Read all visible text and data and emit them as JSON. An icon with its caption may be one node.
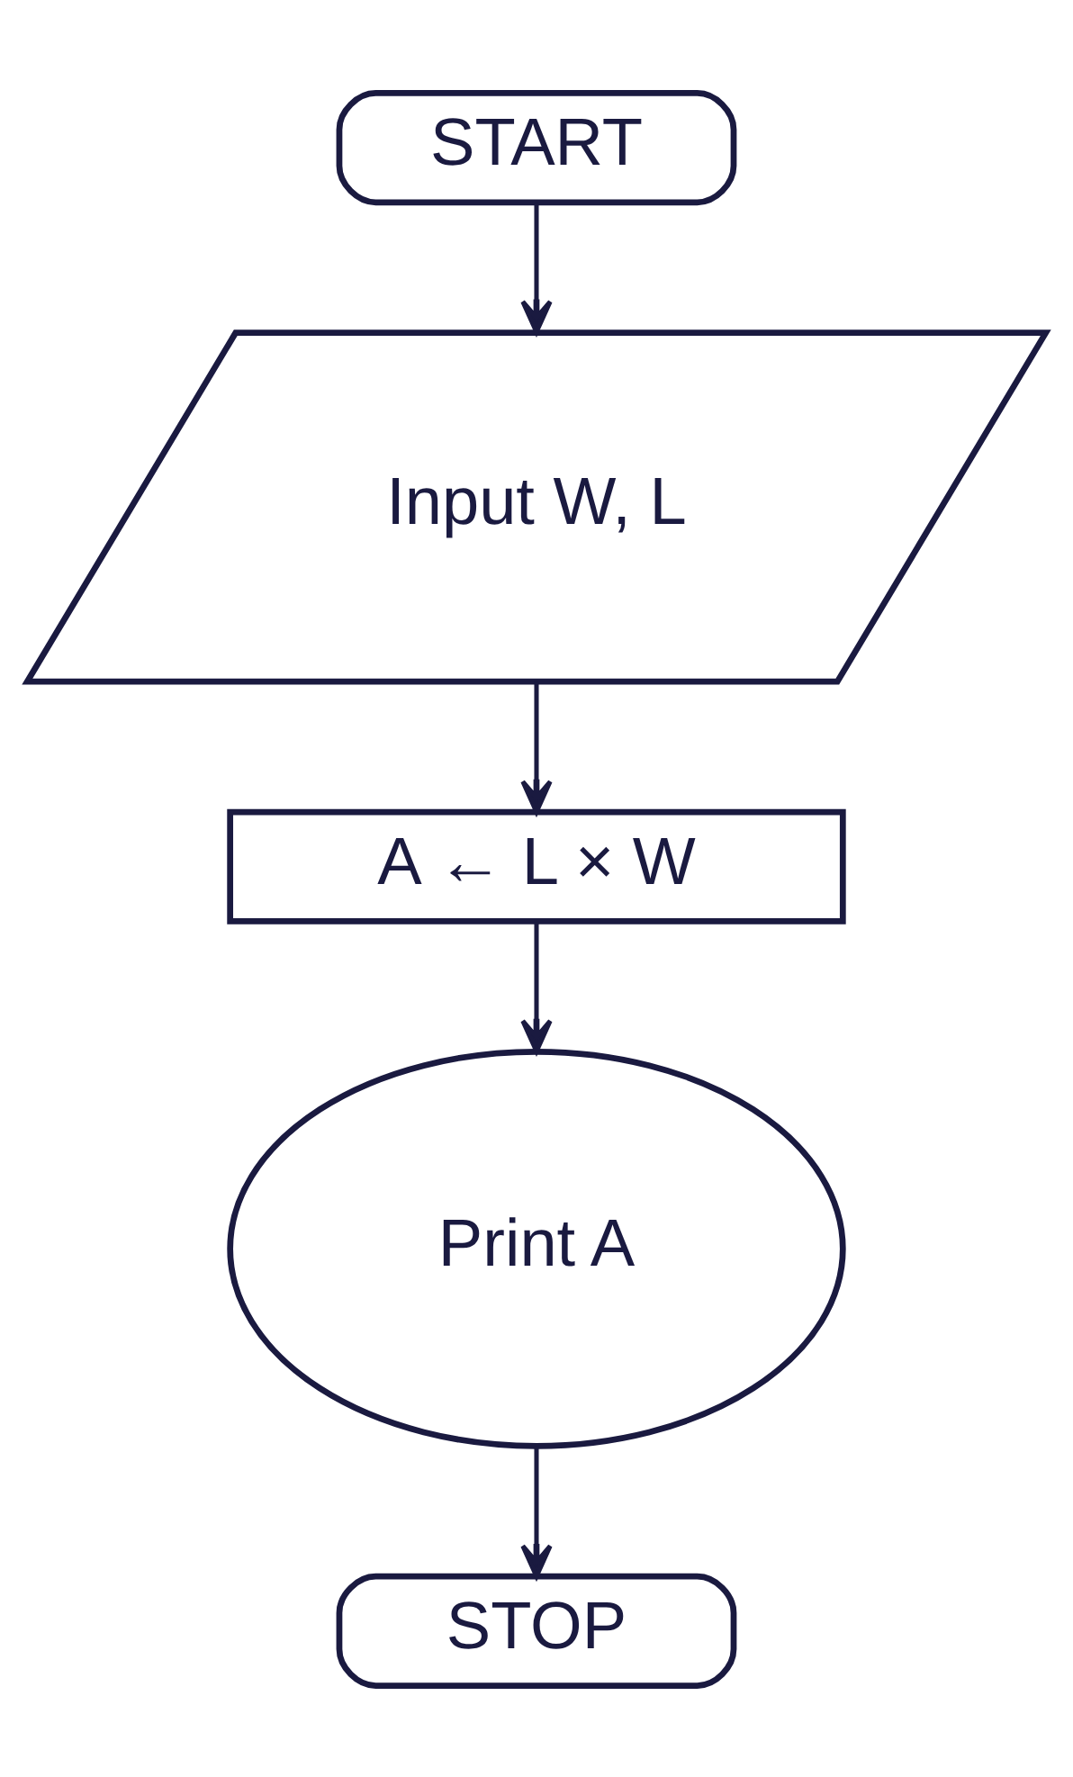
{
  "diagram": {
    "nodes": [
      {
        "text": [
          "START"
        ]
      },
      {
        "text": [
          "Input W, L"
        ]
      },
      {
        "text": [
          "A ← L × W"
        ]
      },
      {
        "text": [
          "Print A"
        ]
      },
      {
        "text": [
          "STOP"
        ]
      }
    ],
    "edges": [
      {
        "from": 0,
        "to": 1,
        "arrow": "to"
      },
      {
        "from": 1,
        "to": 2,
        "arrow": "to"
      },
      {
        "from": 2,
        "to": 3,
        "arrow": "to"
      },
      {
        "from": 3,
        "to": 4,
        "arrow": "to"
      }
    ]
  }
}
